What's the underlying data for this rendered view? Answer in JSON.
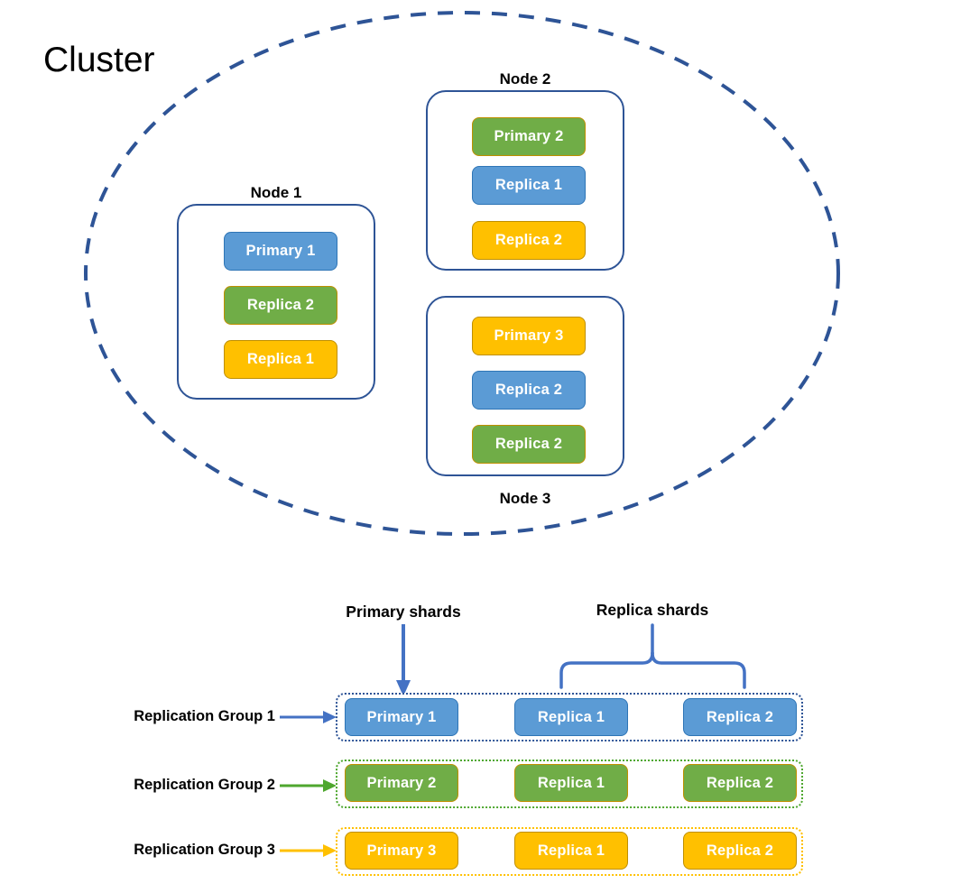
{
  "diagram": {
    "title": "Cluster",
    "colors": {
      "blue": "#5B9BD5",
      "blue_border": "#2E75B6",
      "green": "#70AD47",
      "green_border": "#BF8F00",
      "yellow": "#FFC000",
      "yellow_border": "#BF8F00",
      "cluster_outline": "#2E5496",
      "node_outline": "#2E5496",
      "group1_outline": "#2E5496",
      "group2_outline": "#4EA72E",
      "group3_outline": "#FFC000"
    }
  },
  "nodes": [
    {
      "label": "Node 1",
      "label_position": "top",
      "shards": [
        {
          "text": "Primary 1",
          "color": "blue"
        },
        {
          "text": "Replica 2",
          "color": "green"
        },
        {
          "text": "Replica 1",
          "color": "yellow"
        }
      ]
    },
    {
      "label": "Node 2",
      "label_position": "top",
      "shards": [
        {
          "text": "Primary 2",
          "color": "green"
        },
        {
          "text": "Replica 1",
          "color": "blue"
        },
        {
          "text": "Replica 2",
          "color": "yellow"
        }
      ]
    },
    {
      "label": "Node 3",
      "label_position": "bottom",
      "shards": [
        {
          "text": "Primary 3",
          "color": "yellow"
        },
        {
          "text": "Replica 2",
          "color": "blue"
        },
        {
          "text": "Replica 2",
          "color": "green"
        }
      ]
    }
  ],
  "callouts": {
    "primary_shards": "Primary shards",
    "replica_shards": "Replica shards"
  },
  "replication_groups": [
    {
      "label": "Replication Group 1",
      "color": "blue",
      "shards": [
        {
          "text": "Primary 1"
        },
        {
          "text": "Replica 1"
        },
        {
          "text": "Replica 2"
        }
      ]
    },
    {
      "label": "Replication Group 2",
      "color": "green",
      "shards": [
        {
          "text": "Primary 2"
        },
        {
          "text": "Replica 1"
        },
        {
          "text": "Replica 2"
        }
      ]
    },
    {
      "label": "Replication Group 3",
      "color": "yellow",
      "shards": [
        {
          "text": "Primary 3"
        },
        {
          "text": "Replica 1"
        },
        {
          "text": "Replica 2"
        }
      ]
    }
  ]
}
